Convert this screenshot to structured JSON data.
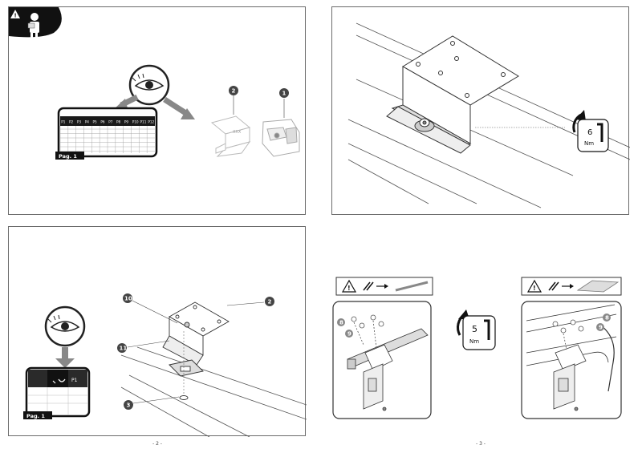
{
  "pages": {
    "left_number": "- 2 -",
    "right_number": "- 3 -"
  },
  "panel1": {
    "table_headers": [
      "P1",
      "P2",
      "P3",
      "P4",
      "P5",
      "P6",
      "P7",
      "P8",
      "P9",
      "P10",
      "P11",
      "P12"
    ],
    "page_tag": "Pag. 1",
    "part_label": "XXX",
    "callouts": [
      "2",
      "1"
    ]
  },
  "panel2": {
    "torque_value": "6",
    "torque_unit": "Nm"
  },
  "panel3": {
    "callouts": [
      "10",
      "2",
      "11",
      "3"
    ],
    "page_tag": "Pag. 1",
    "table_rows": [
      [
        "",
        ""
      ],
      [
        "",
        ""
      ],
      [
        "",
        ""
      ]
    ]
  },
  "panel4": {
    "torque_value": "5",
    "torque_unit": "Nm",
    "callouts": [
      "8",
      "9"
    ]
  },
  "panel5": {
    "callouts": [
      "8",
      "9"
    ]
  },
  "colors": {
    "frame": "#6b6b6b",
    "callout": "#444444",
    "table_dark": "#1a1a1a",
    "warning_tab": "#111111"
  }
}
